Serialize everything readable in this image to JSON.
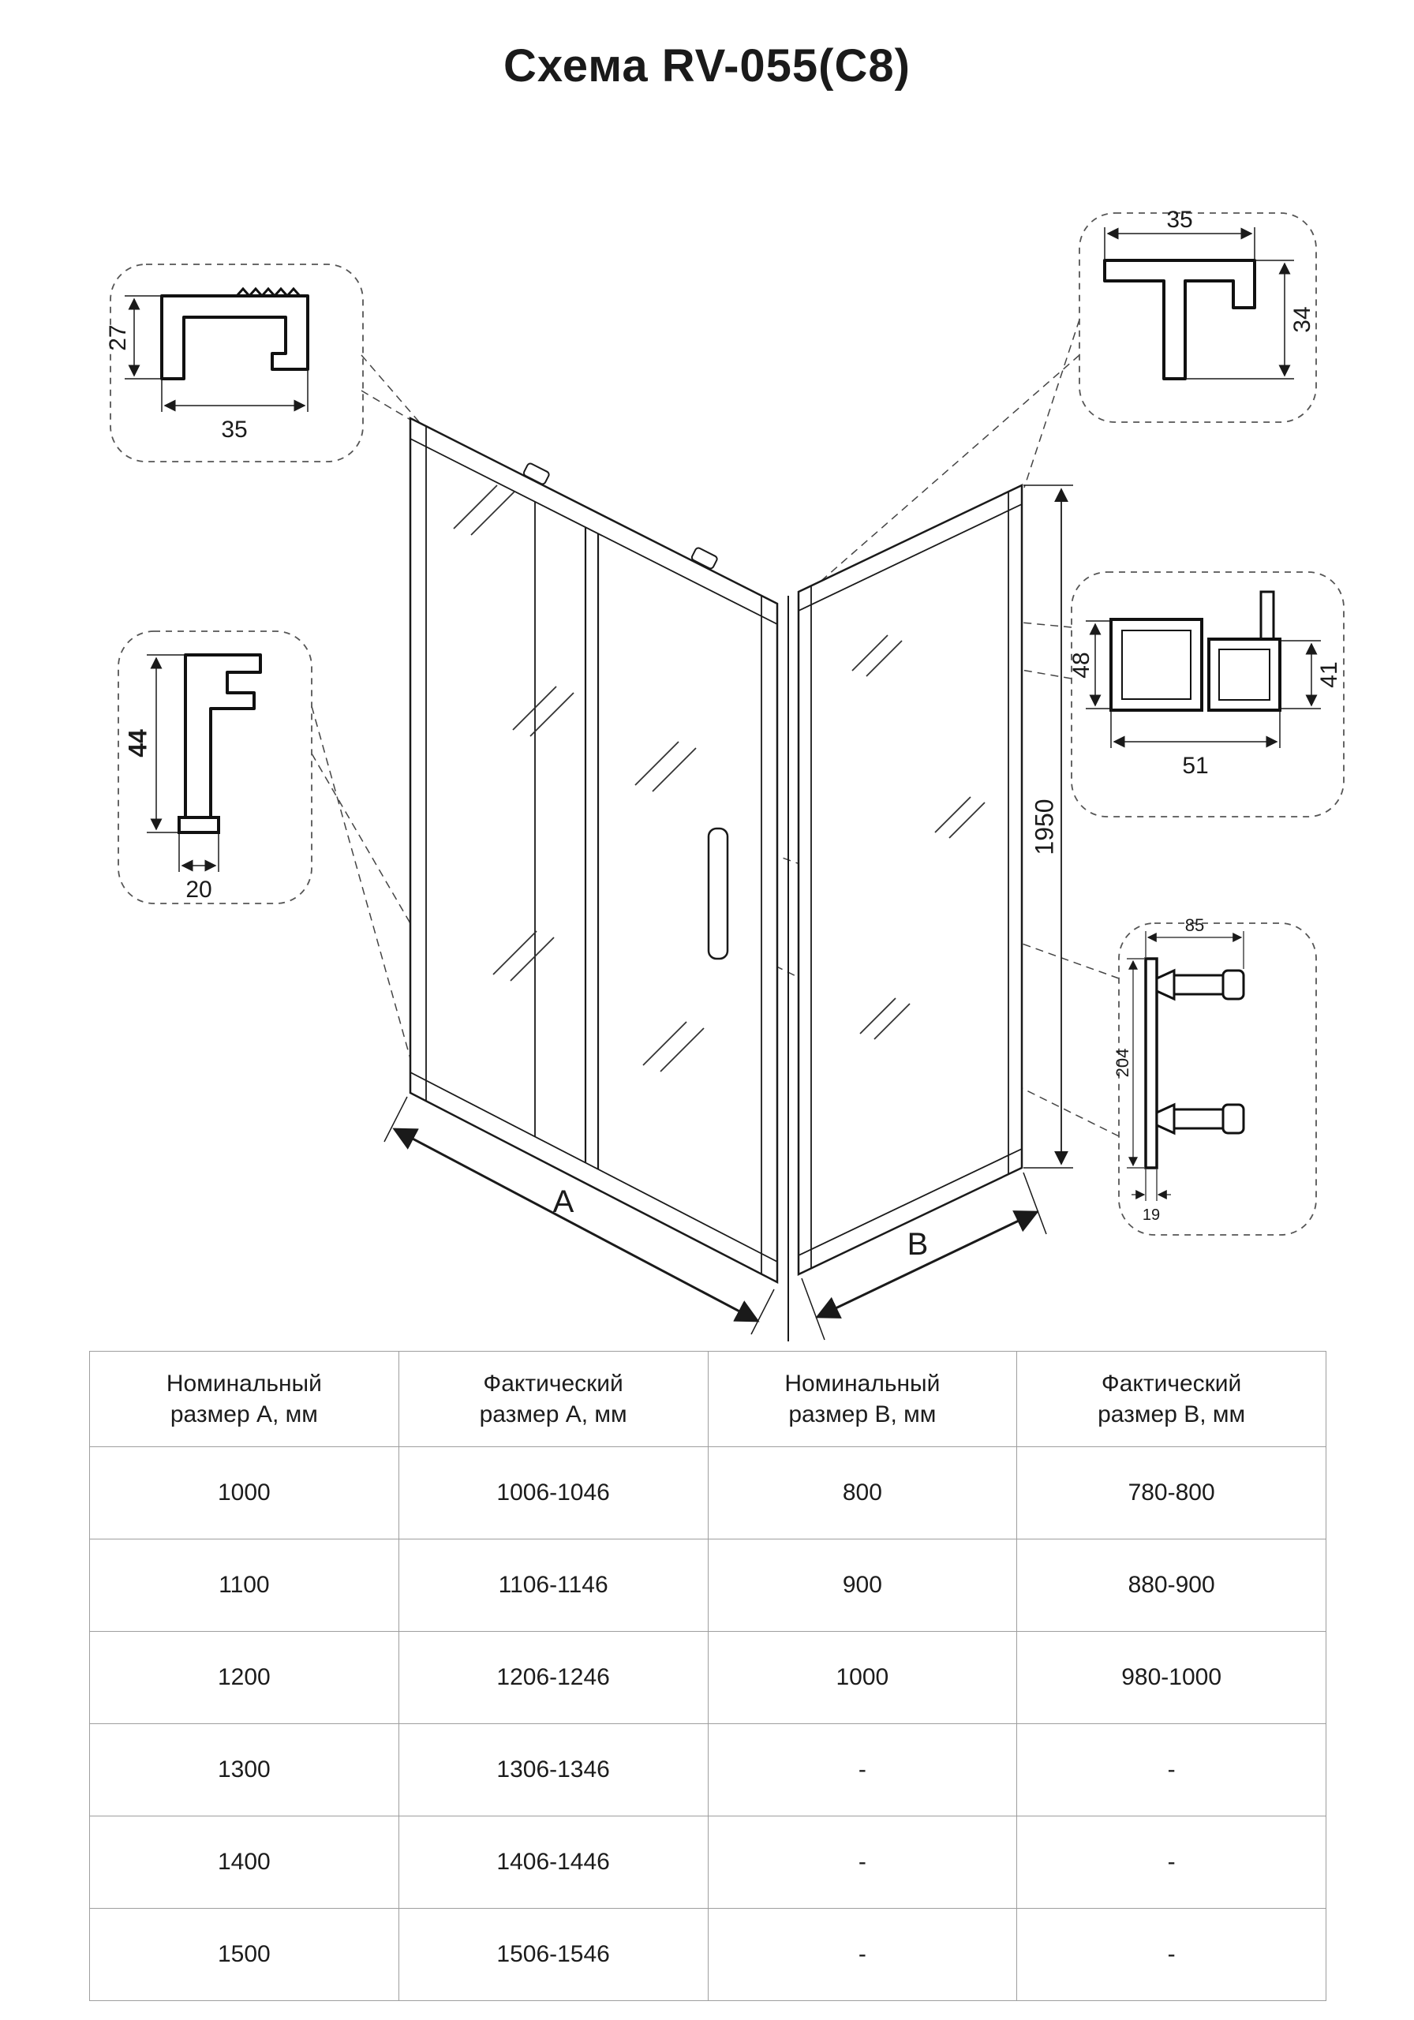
{
  "title": "Схема RV-055(C8)",
  "diagram": {
    "accent_color": "#17365d",
    "dims": {
      "top_rail_height": "27",
      "top_rail_width": "35",
      "wall_profile_width": "35",
      "wall_profile_height": "34",
      "bottom_rail_height": "44",
      "bottom_rail_width": "20",
      "corner_left": "48",
      "corner_right": "41",
      "corner_width": "51",
      "handle_width": "85",
      "handle_length": "204",
      "handle_thickness": "19",
      "overall_height": "1950",
      "label_a": "A",
      "label_b": "B"
    }
  },
  "table": {
    "headers": [
      "Номинальный\nразмер А, мм",
      "Фактический\nразмер А, мм",
      "Номинальный\nразмер В, мм",
      "Фактический\nразмер В, мм"
    ],
    "rows": [
      [
        "1000",
        "1006-1046",
        "800",
        "780-800"
      ],
      [
        "1100",
        "1106-1146",
        "900",
        "880-900"
      ],
      [
        "1200",
        "1206-1246",
        "1000",
        "980-1000"
      ],
      [
        "1300",
        "1306-1346",
        "-",
        "-"
      ],
      [
        "1400",
        "1406-1446",
        "-",
        "-"
      ],
      [
        "1500",
        "1506-1546",
        "-",
        "-"
      ]
    ]
  }
}
